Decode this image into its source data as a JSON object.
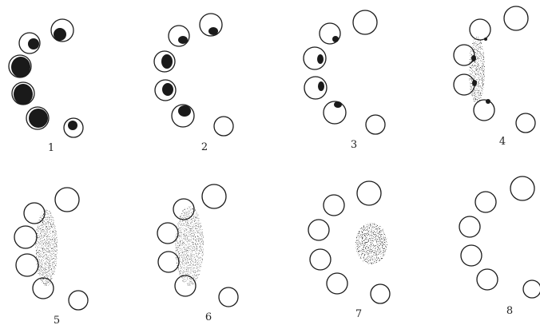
{
  "figure": {
    "panel_labels": [
      "1",
      "2",
      "3",
      "4",
      "5",
      "6",
      "7",
      "8"
    ],
    "colors": {
      "ink": "#1a1a1a",
      "background": "#ffffff"
    }
  }
}
